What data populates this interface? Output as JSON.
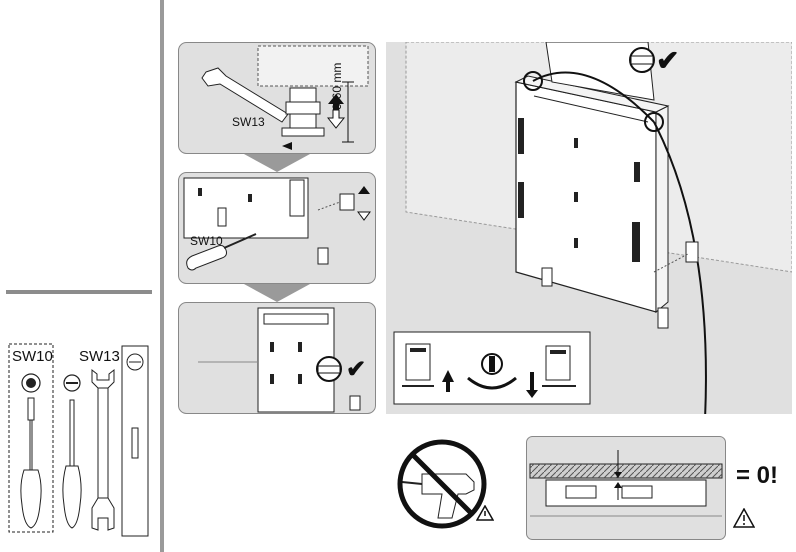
{
  "tools": {
    "sw10_label": "SW10",
    "sw13_label": "SW13",
    "torx_icon": "torx-bit-icon",
    "flat_icon": "flat-screwdriver-icon",
    "level_icon": "spirit-level-icon"
  },
  "steps": {
    "step1": {
      "wrench_label": "SW13",
      "range_label": "0-60 mm"
    },
    "step2": {
      "driver_label": "SW10"
    },
    "step3": {
      "check": "✔"
    }
  },
  "main": {
    "check": "✔",
    "result_label": "= 0!",
    "warning_icon": "warning-triangle-icon",
    "no_drill_icon": "no-drill-icon"
  },
  "colors": {
    "panel_bg": "#e0e0e0",
    "line": "#111111",
    "gray": "#9a9a9a"
  }
}
